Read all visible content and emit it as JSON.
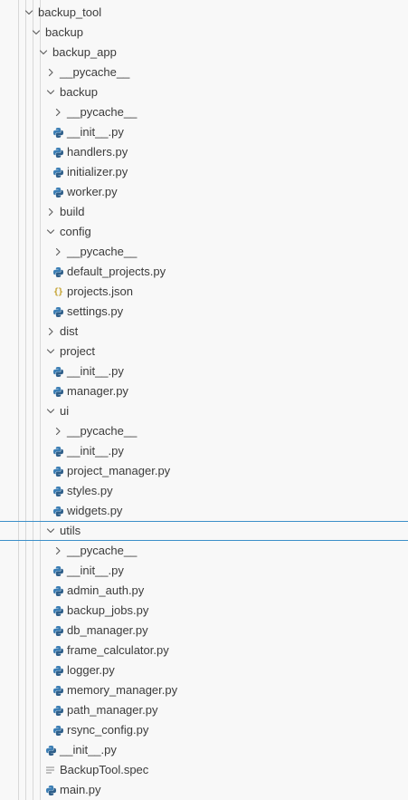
{
  "explorer": {
    "items": [
      {
        "label": "backup_tool",
        "kind": "folder",
        "open": true,
        "depth": 0
      },
      {
        "label": "backup",
        "kind": "folder",
        "open": true,
        "depth": 1
      },
      {
        "label": "backup_app",
        "kind": "folder",
        "open": true,
        "depth": 2
      },
      {
        "label": "__pycache__",
        "kind": "folder",
        "open": false,
        "depth": 3
      },
      {
        "label": "backup",
        "kind": "folder",
        "open": true,
        "depth": 3
      },
      {
        "label": "__pycache__",
        "kind": "folder",
        "open": false,
        "depth": 4
      },
      {
        "label": "__init__.py",
        "kind": "python",
        "depth": 4
      },
      {
        "label": "handlers.py",
        "kind": "python",
        "depth": 4
      },
      {
        "label": "initializer.py",
        "kind": "python",
        "depth": 4
      },
      {
        "label": "worker.py",
        "kind": "python",
        "depth": 4
      },
      {
        "label": "build",
        "kind": "folder",
        "open": false,
        "depth": 3
      },
      {
        "label": "config",
        "kind": "folder",
        "open": true,
        "depth": 3
      },
      {
        "label": "__pycache__",
        "kind": "folder",
        "open": false,
        "depth": 4
      },
      {
        "label": "default_projects.py",
        "kind": "python",
        "depth": 4
      },
      {
        "label": "projects.json",
        "kind": "json",
        "depth": 4
      },
      {
        "label": "settings.py",
        "kind": "python",
        "depth": 4
      },
      {
        "label": "dist",
        "kind": "folder",
        "open": false,
        "depth": 3
      },
      {
        "label": "project",
        "kind": "folder",
        "open": true,
        "depth": 3
      },
      {
        "label": "__init__.py",
        "kind": "python",
        "depth": 4
      },
      {
        "label": "manager.py",
        "kind": "python",
        "depth": 4
      },
      {
        "label": "ui",
        "kind": "folder",
        "open": true,
        "depth": 3
      },
      {
        "label": "__pycache__",
        "kind": "folder",
        "open": false,
        "depth": 4
      },
      {
        "label": "__init__.py",
        "kind": "python",
        "depth": 4
      },
      {
        "label": "project_manager.py",
        "kind": "python",
        "depth": 4
      },
      {
        "label": "styles.py",
        "kind": "python",
        "depth": 4
      },
      {
        "label": "widgets.py",
        "kind": "python",
        "depth": 4
      },
      {
        "label": "utils",
        "kind": "folder",
        "open": true,
        "depth": 3,
        "focused": true
      },
      {
        "label": "__pycache__",
        "kind": "folder",
        "open": false,
        "depth": 4
      },
      {
        "label": "__init__.py",
        "kind": "python",
        "depth": 4
      },
      {
        "label": "admin_auth.py",
        "kind": "python",
        "depth": 4
      },
      {
        "label": "backup_jobs.py",
        "kind": "python",
        "depth": 4
      },
      {
        "label": "db_manager.py",
        "kind": "python",
        "depth": 4
      },
      {
        "label": "frame_calculator.py",
        "kind": "python",
        "depth": 4
      },
      {
        "label": "logger.py",
        "kind": "python",
        "depth": 4
      },
      {
        "label": "memory_manager.py",
        "kind": "python",
        "depth": 4
      },
      {
        "label": "path_manager.py",
        "kind": "python",
        "depth": 4
      },
      {
        "label": "rsync_config.py",
        "kind": "python",
        "depth": 4
      },
      {
        "label": "__init__.py",
        "kind": "python",
        "depth": 3
      },
      {
        "label": "BackupTool.spec",
        "kind": "text",
        "depth": 3
      },
      {
        "label": "main.py",
        "kind": "python",
        "depth": 3
      }
    ]
  },
  "colors": {
    "python_blue": "#3d7fb5",
    "python_dark": "#2f5f8a",
    "json_yellow": "#c5a332",
    "text_icon": "#9a9a9a",
    "focus_border": "#3c8fc9"
  },
  "icons": {
    "folder_open": "chevron-down-icon",
    "folder_closed": "chevron-right-icon",
    "python": "python-file-icon",
    "json": "json-file-icon",
    "text": "text-file-icon"
  }
}
